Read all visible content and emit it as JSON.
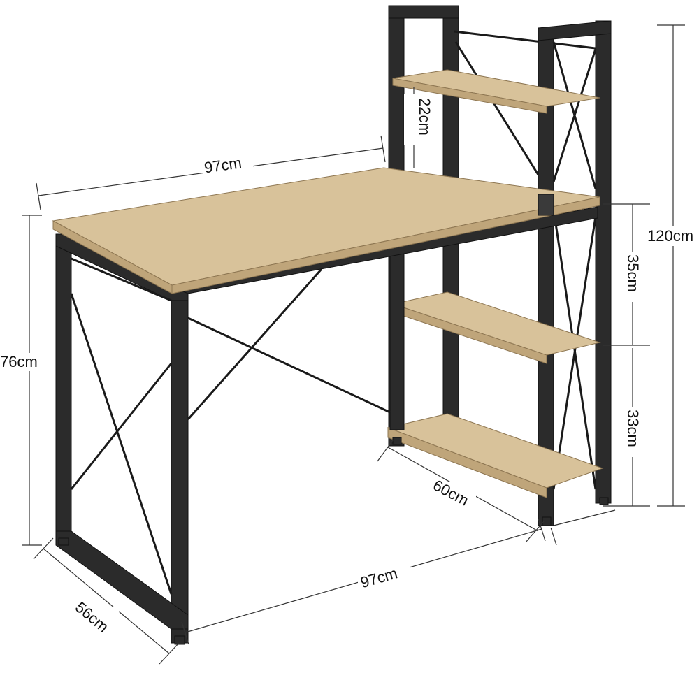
{
  "product": {
    "colors": {
      "frame": "#2b2b2b",
      "wood": "#d8c29a",
      "wood_edge": "#bfa57a",
      "dimension_line": "#333333"
    }
  },
  "dimensions": {
    "top_width": "97cm",
    "bottom_width": "97cm",
    "desk_height": "76cm",
    "depth": "56cm",
    "shelf_depth": "60cm",
    "total_height": "120cm",
    "shelf_gap_top": "22cm",
    "shelf_gap_middle": "35cm",
    "shelf_gap_bottom": "33cm"
  }
}
